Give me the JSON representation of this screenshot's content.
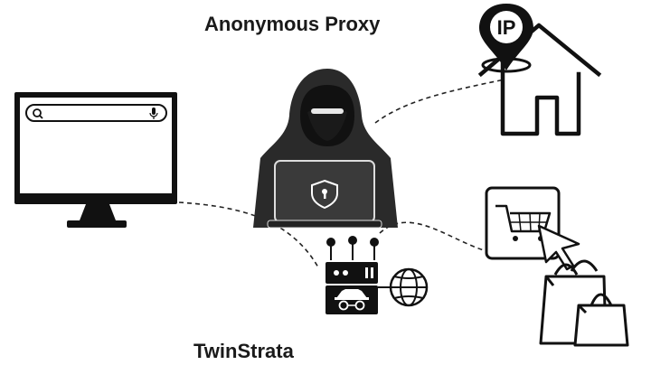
{
  "diagram": {
    "title": "Anonymous Proxy",
    "footer": "TwinStrata",
    "ip_label": "IP",
    "icons": [
      "monitor-icon",
      "search-icon",
      "microphone-icon",
      "hacker-icon",
      "laptop-icon",
      "shield-icon",
      "proxy-server-icon",
      "incognito-icon",
      "globe-icon",
      "ip-pin-icon",
      "house-icon",
      "shopping-cart-icon",
      "cursor-icon",
      "shopping-bags-icon"
    ],
    "colors": {
      "ink": "#111111",
      "background": "#ffffff"
    }
  }
}
